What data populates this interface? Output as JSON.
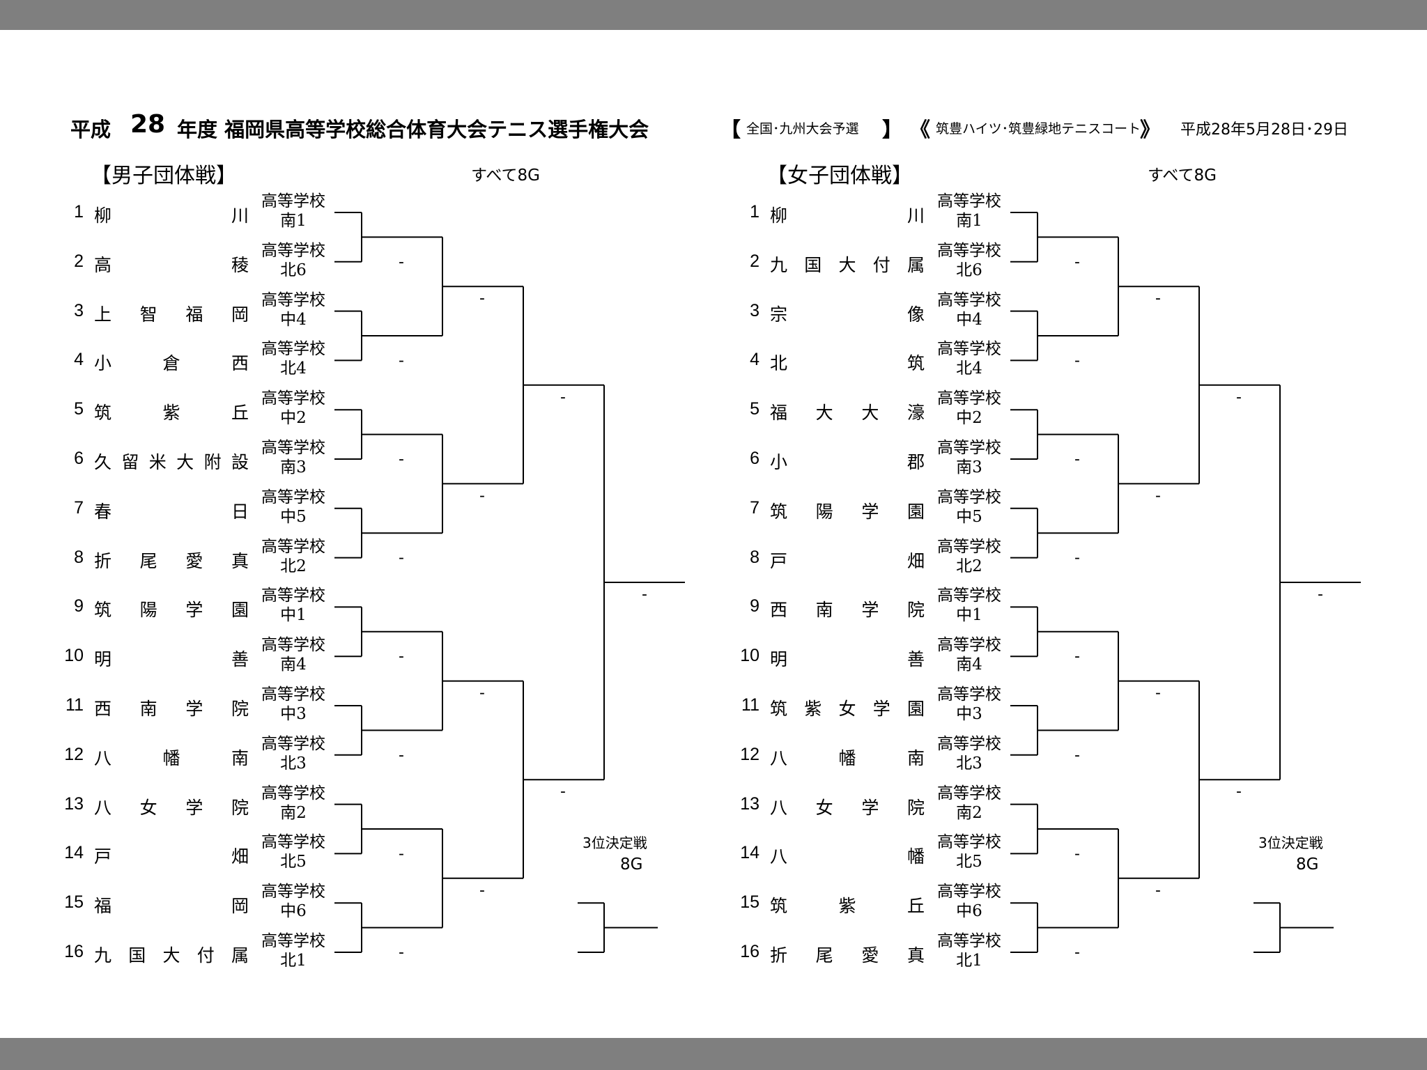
{
  "header": {
    "prefix": "平成",
    "year": "28",
    "title": "年度 福岡県高等学校総合体育大会テニス選手権大会",
    "bracket_open": "【",
    "qualifier": "全国･九州大会予選",
    "bracket_close": "】",
    "venue_open": "《",
    "venue": "筑豊ハイツ･筑豊緑地テニスコート",
    "venue_close": "》",
    "dates": "平成28年5月28日･29日"
  },
  "sections": [
    {
      "title": "【男子団体戦】",
      "format": "すべて8G",
      "third_place_label": "3位決定戦",
      "third_place_format": "8G",
      "teams": [
        {
          "no": "1",
          "name": [
            "柳",
            "川"
          ],
          "school": "高等学校",
          "region": "南1"
        },
        {
          "no": "2",
          "name": [
            "高",
            "稜"
          ],
          "school": "高等学校",
          "region": "北6"
        },
        {
          "no": "3",
          "name": [
            "上",
            "智",
            "福",
            "岡"
          ],
          "school": "高等学校",
          "region": "中4"
        },
        {
          "no": "4",
          "name": [
            "小",
            "倉",
            "西"
          ],
          "school": "高等学校",
          "region": "北4"
        },
        {
          "no": "5",
          "name": [
            "筑",
            "紫",
            "丘"
          ],
          "school": "高等学校",
          "region": "中2"
        },
        {
          "no": "6",
          "name": [
            "久",
            "留",
            "米",
            "大",
            "附",
            "設"
          ],
          "school": "高等学校",
          "region": "南3"
        },
        {
          "no": "7",
          "name": [
            "春",
            "日"
          ],
          "school": "高等学校",
          "region": "中5"
        },
        {
          "no": "8",
          "name": [
            "折",
            "尾",
            "愛",
            "真"
          ],
          "school": "高等学校",
          "region": "北2"
        },
        {
          "no": "9",
          "name": [
            "筑",
            "陽",
            "学",
            "園"
          ],
          "school": "高等学校",
          "region": "中1"
        },
        {
          "no": "10",
          "name": [
            "明",
            "善"
          ],
          "school": "高等学校",
          "region": "南4"
        },
        {
          "no": "11",
          "name": [
            "西",
            "南",
            "学",
            "院"
          ],
          "school": "高等学校",
          "region": "中3"
        },
        {
          "no": "12",
          "name": [
            "八",
            "幡",
            "南"
          ],
          "school": "高等学校",
          "region": "北3"
        },
        {
          "no": "13",
          "name": [
            "八",
            "女",
            "学",
            "院"
          ],
          "school": "高等学校",
          "region": "南2"
        },
        {
          "no": "14",
          "name": [
            "戸",
            "畑"
          ],
          "school": "高等学校",
          "region": "北5"
        },
        {
          "no": "15",
          "name": [
            "福",
            "岡"
          ],
          "school": "高等学校",
          "region": "中6"
        },
        {
          "no": "16",
          "name": [
            "九",
            "国",
            "大",
            "付",
            "属"
          ],
          "school": "高等学校",
          "region": "北1"
        }
      ]
    },
    {
      "title": "【女子団体戦】",
      "format": "すべて8G",
      "third_place_label": "3位決定戦",
      "third_place_format": "8G",
      "teams": [
        {
          "no": "1",
          "name": [
            "柳",
            "川"
          ],
          "school": "高等学校",
          "region": "南1"
        },
        {
          "no": "2",
          "name": [
            "九",
            "国",
            "大",
            "付",
            "属"
          ],
          "school": "高等学校",
          "region": "北6"
        },
        {
          "no": "3",
          "name": [
            "宗",
            "像"
          ],
          "school": "高等学校",
          "region": "中4"
        },
        {
          "no": "4",
          "name": [
            "北",
            "筑"
          ],
          "school": "高等学校",
          "region": "北4"
        },
        {
          "no": "5",
          "name": [
            "福",
            "大",
            "大",
            "濠"
          ],
          "school": "高等学校",
          "region": "中2"
        },
        {
          "no": "6",
          "name": [
            "小",
            "郡"
          ],
          "school": "高等学校",
          "region": "南3"
        },
        {
          "no": "7",
          "name": [
            "筑",
            "陽",
            "学",
            "園"
          ],
          "school": "高等学校",
          "region": "中5"
        },
        {
          "no": "8",
          "name": [
            "戸",
            "畑"
          ],
          "school": "高等学校",
          "region": "北2"
        },
        {
          "no": "9",
          "name": [
            "西",
            "南",
            "学",
            "院"
          ],
          "school": "高等学校",
          "region": "中1"
        },
        {
          "no": "10",
          "name": [
            "明",
            "善"
          ],
          "school": "高等学校",
          "region": "南4"
        },
        {
          "no": "11",
          "name": [
            "筑",
            "紫",
            "女",
            "学",
            "園"
          ],
          "school": "高等学校",
          "region": "中3"
        },
        {
          "no": "12",
          "name": [
            "八",
            "幡",
            "南"
          ],
          "school": "高等学校",
          "region": "北3"
        },
        {
          "no": "13",
          "name": [
            "八",
            "女",
            "学",
            "院"
          ],
          "school": "高等学校",
          "region": "南2"
        },
        {
          "no": "14",
          "name": [
            "八",
            "幡"
          ],
          "school": "高等学校",
          "region": "北5"
        },
        {
          "no": "15",
          "name": [
            "筑",
            "紫",
            "丘"
          ],
          "school": "高等学校",
          "region": "中6"
        },
        {
          "no": "16",
          "name": [
            "折",
            "尾",
            "愛",
            "真"
          ],
          "school": "高等学校",
          "region": "北1"
        }
      ]
    }
  ],
  "score_placeholder": "-"
}
